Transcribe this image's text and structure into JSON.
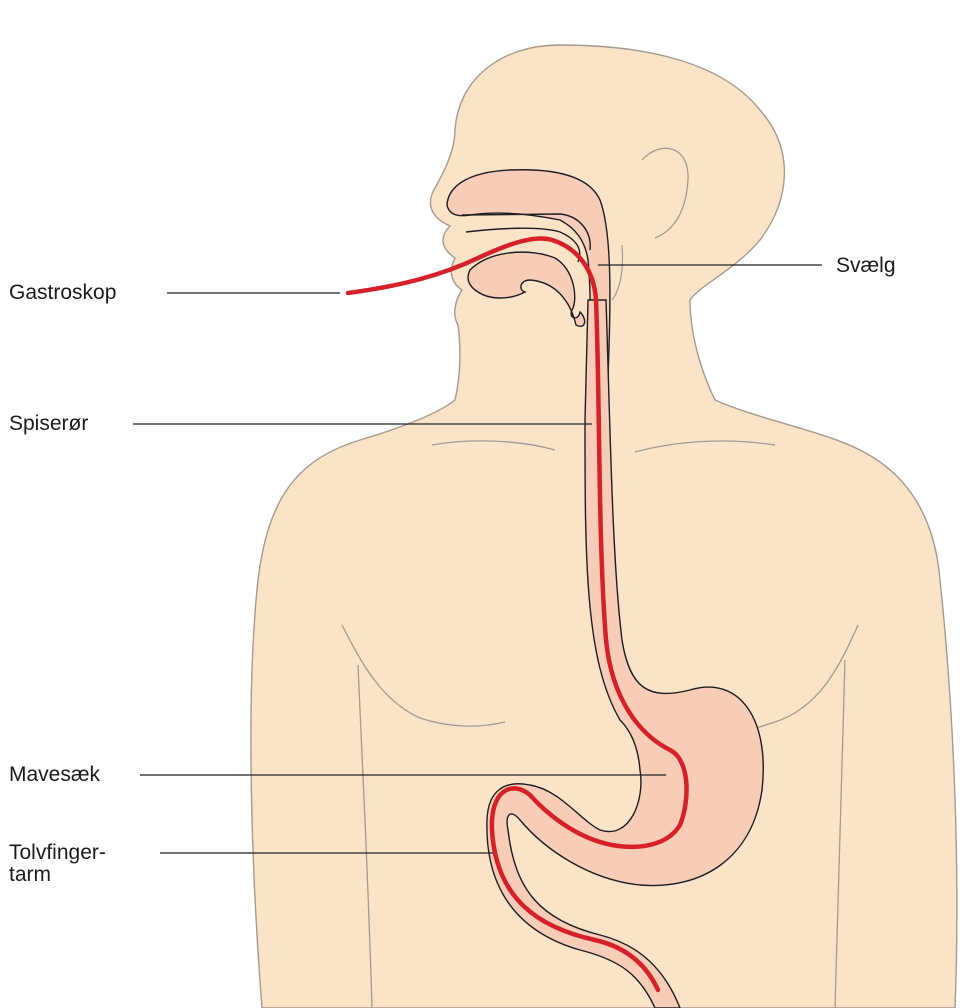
{
  "colors": {
    "skin": "#fbe3c7",
    "skin_outline": "#a59a8e",
    "organ": "#f8cdb7",
    "organ_outline": "#1e1e1e",
    "scope": "#d6202a",
    "leader": "#222222"
  },
  "labels": {
    "gastroskop": "Gastroskop",
    "svaelg": "Svælg",
    "spiseroer": "Spiserør",
    "mavesaek": "Mavesæk",
    "tolvfingertarm_line1": "Tolvfinger-",
    "tolvfingertarm_line2": "tarm"
  }
}
